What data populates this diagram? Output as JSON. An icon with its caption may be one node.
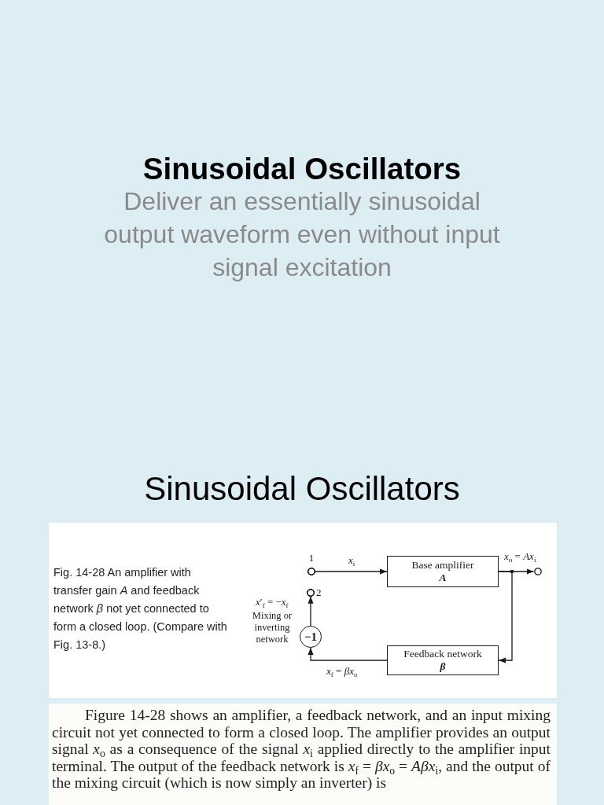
{
  "diagram": {
    "title": "Sinusoidal Oscillators",
    "caption": "Fig. 14-28 An amplifier with transfer gain *A* and feedback network *β* not yet connected to form a closed loop. (Compare with Fig. 13-8.)",
    "nodes": [
      {
        "text": [
          "1"
        ]
      },
      {
        "text": [
          "Base amplifier",
          "A"
        ]
      },
      {
        "text": [],
        "shape": "circle"
      },
      {
        "text": [
          "Feedback network",
          "β"
        ]
      },
      {
        "text": [
          "−1"
        ],
        "beside": [
          "Mixing or inverting network"
        ]
      },
      {
        "text": [
          "2"
        ]
      }
    ],
    "edges": [
      {
        "from": 0,
        "to": 1,
        "arrow": "to",
        "label": "*x*$_{i}$"
      },
      {
        "from": 1,
        "to": 2,
        "arrow": "to",
        "label": "*x*$_{o}$ = *Ax*$_{i}$"
      },
      {
        "from": 1,
        "to": 3,
        "arrow": "to"
      },
      {
        "from": 3,
        "to": 4,
        "arrow": "to",
        "label": "*x*$_{f}$ = *βx*$_{o}$"
      },
      {
        "from": 4,
        "to": 5,
        "arrow": "to",
        "label": "*x*′$_{f}$ = −*x*$_{f}$"
      }
    ],
    "labels": [
      "Deliver an essentially sinusoidal output waveform even without input signal excitation",
      "Sinusoidal Oscillators",
      "Figure 14-28 shows an amplifier, a feedback network, and an input mixing circuit not yet connected to form a closed loop. The amplifier provides an output signal *x*$_{o}$ as a consequence of the signal *x*$_{i}$ applied directly to the amplifier input terminal. The output of the feedback network is *x*$_{f}$ = *βx*$_{o}$ = *Aβx*$_{i}$, and the output of the mixing circuit (which is now simply an inverter) is"
    ]
  }
}
